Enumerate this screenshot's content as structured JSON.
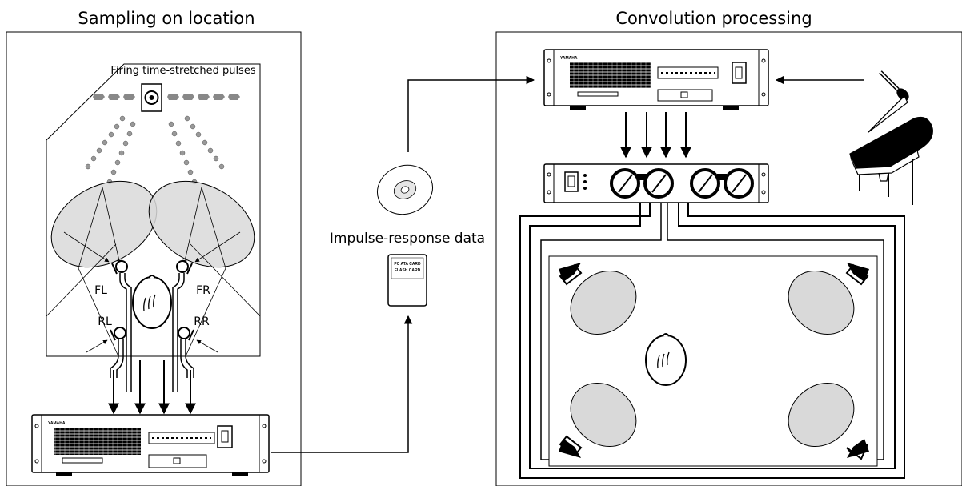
{
  "left_panel": {
    "title": "Sampling on location",
    "pulse_label": "Firing time-stretched pulses",
    "mics": {
      "fl": "FL",
      "fr": "FR",
      "rl": "RL",
      "rr": "RR"
    },
    "brand": "YAMAHA"
  },
  "middle": {
    "data_label": "Impulse-response data",
    "card_line1": "PC ATA CARD",
    "card_line2": "FLASH CARD"
  },
  "right_panel": {
    "title": "Convolution processing",
    "brand": "YAMAHA"
  },
  "colors": {
    "ellipse_fill": "#d9d9d9",
    "line": "#000000"
  }
}
